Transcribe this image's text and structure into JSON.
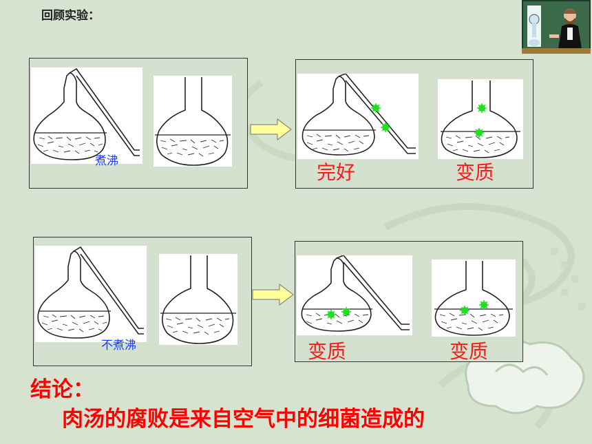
{
  "title": "回顾实验：",
  "row1": {
    "left_label": "煮沸",
    "result_left": "完好",
    "result_right": "变质"
  },
  "row2": {
    "left_label": "不煮沸",
    "result_left": "变质",
    "result_right": "变质"
  },
  "conclusion": {
    "heading": "结论：",
    "text": "肉汤的腐败是来自空气中的细菌造成的"
  },
  "colors": {
    "background": "#d7e3d1",
    "result_text": "#ff1a1a",
    "label_text": "#1a3cff",
    "bacteria": "#22dd22",
    "arrow_fill": "#ffff99"
  }
}
